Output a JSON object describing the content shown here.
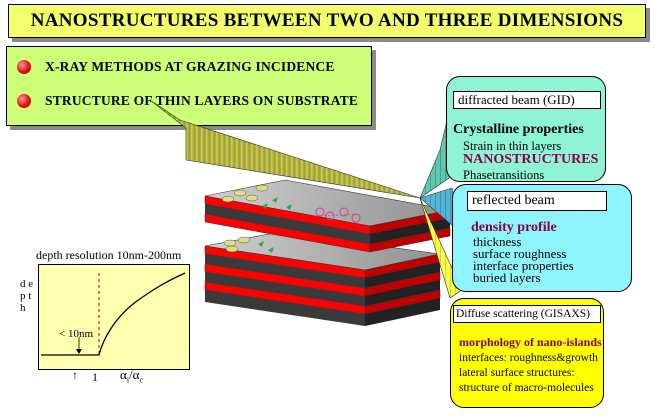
{
  "title": "NANOSTRUCTURES BETWEEN TWO AND THREE DIMENSIONS",
  "topics": [
    {
      "label": "X-RAY METHODS AT GRAZING INCIDENCE",
      "icon": "red-bullet-icon"
    },
    {
      "label": "STRUCTURE OF THIN LAYERS ON SUBSTRATE",
      "icon": "red-bullet-icon"
    }
  ],
  "gid": {
    "label": "diffracted beam (GID)",
    "heading": "Crystalline properties",
    "line1": "Strain in thin layers",
    "highlight": "NANOSTRUCTURES",
    "line2": "Phasetransitions"
  },
  "reflected": {
    "label": "reflected beam",
    "heading": "density profile",
    "items": [
      "thickness",
      "surface roughness",
      "interface properties",
      "buried layers"
    ]
  },
  "gisaxs": {
    "label": "Diffuse scattering (GISAXS)",
    "heading": "morphology of nano-islands",
    "items": [
      "interfaces: roughness&growth",
      "lateral surface structures:",
      "structure of macro-molecules"
    ]
  },
  "depth_plot": {
    "title": "depth resolution  10nm-200nm",
    "ylabel": "d e p t h",
    "annotation": "< 10nm",
    "tick": "1",
    "xlabel": "α",
    "xlabel_sub": "i",
    "xlabel_mid": "/α",
    "xlabel_sub2": "c"
  },
  "colors": {
    "title_bg": "#f3ff6a",
    "topics_bg": "#ccff77",
    "gid_bg": "#8ff3d6",
    "reflected_bg": "#8ef5ff",
    "gisaxs_bg": "#ffff00",
    "layer_red": "#ff0000",
    "highlight": "#8b0045"
  }
}
